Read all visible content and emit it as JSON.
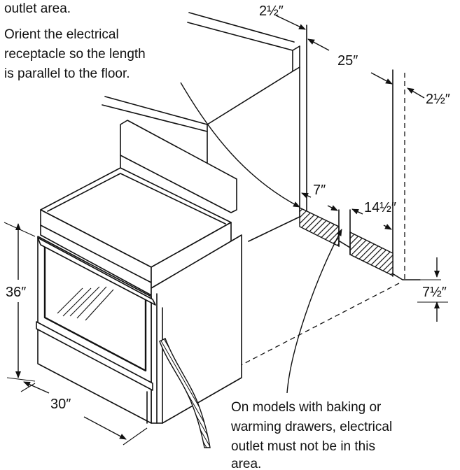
{
  "notes": {
    "top_line": "outlet area.",
    "orient_line1": "Orient the electrical",
    "orient_line2": "receptacle so the length",
    "orient_line3": "is parallel to the floor.",
    "drawer_line1": "On models with baking or",
    "drawer_line2": "warming drawers, electrical",
    "drawer_line3": "outlet must not be in this",
    "drawer_line4": "area."
  },
  "dimensions": {
    "wall_left_offset": "2½″",
    "outlet_span_width": "25″",
    "wall_right_offset": "2½″",
    "left_gap": "7″",
    "right_zone_width": "14½″",
    "outlet_height": "7½″",
    "range_height": "36″",
    "range_width": "30″"
  },
  "colors": {
    "ink": "#111111",
    "background": "#ffffff"
  }
}
